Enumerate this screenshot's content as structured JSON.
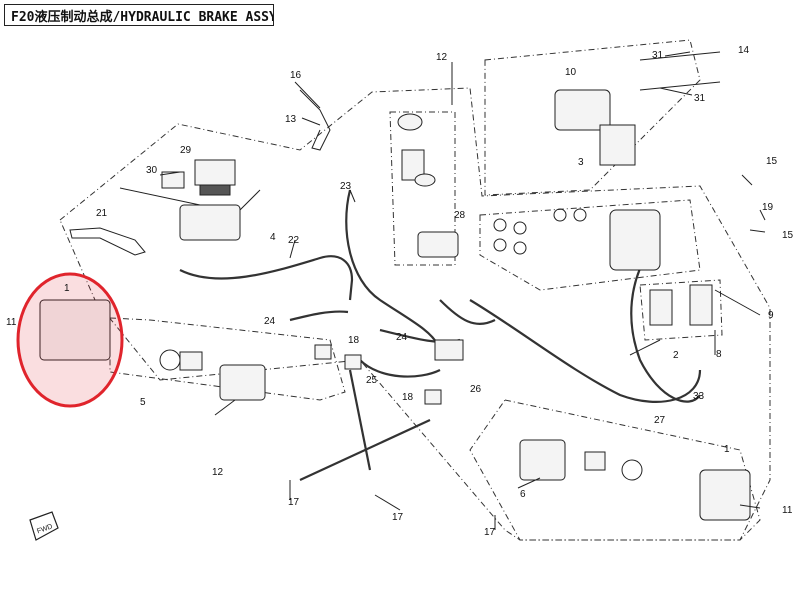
{
  "title": "F20液压制动总成/HYDRAULIC BRAKE ASSY",
  "highlight_color": "#e0242c",
  "labels": [
    {
      "id": "l1a",
      "text": "1"
    },
    {
      "id": "l1b",
      "text": "1"
    },
    {
      "id": "l2",
      "text": "2"
    },
    {
      "id": "l3",
      "text": "3"
    },
    {
      "id": "l4",
      "text": "4"
    },
    {
      "id": "l5",
      "text": "5"
    },
    {
      "id": "l6",
      "text": "6"
    },
    {
      "id": "l8",
      "text": "8"
    },
    {
      "id": "l9",
      "text": "9"
    },
    {
      "id": "l10",
      "text": "10"
    },
    {
      "id": "l11a",
      "text": "11"
    },
    {
      "id": "l11b",
      "text": "11"
    },
    {
      "id": "l12a",
      "text": "12"
    },
    {
      "id": "l12b",
      "text": "12"
    },
    {
      "id": "l13",
      "text": "13"
    },
    {
      "id": "l14",
      "text": "14"
    },
    {
      "id": "l15a",
      "text": "15"
    },
    {
      "id": "l15b",
      "text": "15"
    },
    {
      "id": "l16",
      "text": "16"
    },
    {
      "id": "l17a",
      "text": "17"
    },
    {
      "id": "l17b",
      "text": "17"
    },
    {
      "id": "l17c",
      "text": "17"
    },
    {
      "id": "l18a",
      "text": "18"
    },
    {
      "id": "l18b",
      "text": "18"
    },
    {
      "id": "l19",
      "text": "19"
    },
    {
      "id": "l21",
      "text": "21"
    },
    {
      "id": "l22",
      "text": "22"
    },
    {
      "id": "l23",
      "text": "23"
    },
    {
      "id": "l24a",
      "text": "24"
    },
    {
      "id": "l24b",
      "text": "24"
    },
    {
      "id": "l25",
      "text": "25"
    },
    {
      "id": "l26",
      "text": "26"
    },
    {
      "id": "l27",
      "text": "27"
    },
    {
      "id": "l28",
      "text": "28"
    },
    {
      "id": "l29",
      "text": "29"
    },
    {
      "id": "l30",
      "text": "30"
    },
    {
      "id": "l31a",
      "text": "31"
    },
    {
      "id": "l31b",
      "text": "31"
    },
    {
      "id": "l33",
      "text": "33"
    }
  ],
  "fwd_label": "FWD"
}
